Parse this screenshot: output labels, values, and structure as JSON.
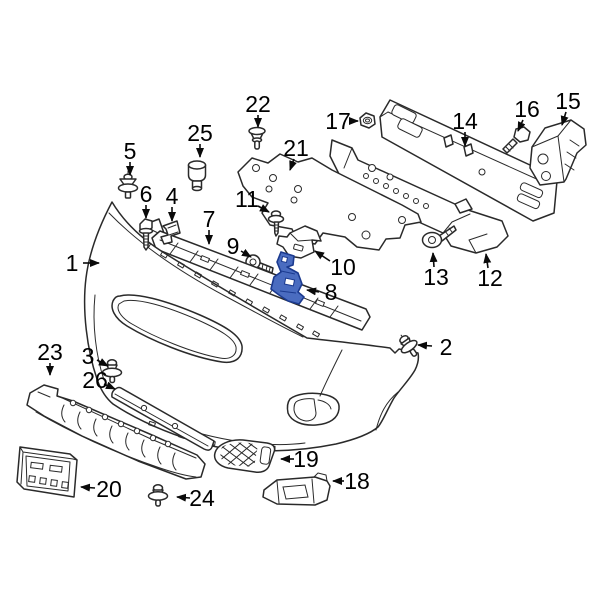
{
  "diagram": {
    "type": "exploded-parts-diagram",
    "background": "#ffffff",
    "line_color": "#2a2a2a",
    "label_color": "#000000",
    "highlight_fill": "#4a6cc0",
    "highlight_stroke": "#1b3a8f",
    "highlighted_callout": "8"
  },
  "callouts": [
    {
      "label": "1"
    },
    {
      "label": "2"
    },
    {
      "label": "3"
    },
    {
      "label": "4"
    },
    {
      "label": "5"
    },
    {
      "label": "6"
    },
    {
      "label": "7"
    },
    {
      "label": "8"
    },
    {
      "label": "9"
    },
    {
      "label": "10"
    },
    {
      "label": "11"
    },
    {
      "label": "12"
    },
    {
      "label": "13"
    },
    {
      "label": "14"
    },
    {
      "label": "15"
    },
    {
      "label": "16"
    },
    {
      "label": "17"
    },
    {
      "label": "18"
    },
    {
      "label": "19"
    },
    {
      "label": "20"
    },
    {
      "label": "21"
    },
    {
      "label": "22"
    },
    {
      "label": "23"
    },
    {
      "label": "24"
    },
    {
      "label": "25"
    },
    {
      "label": "26"
    }
  ]
}
